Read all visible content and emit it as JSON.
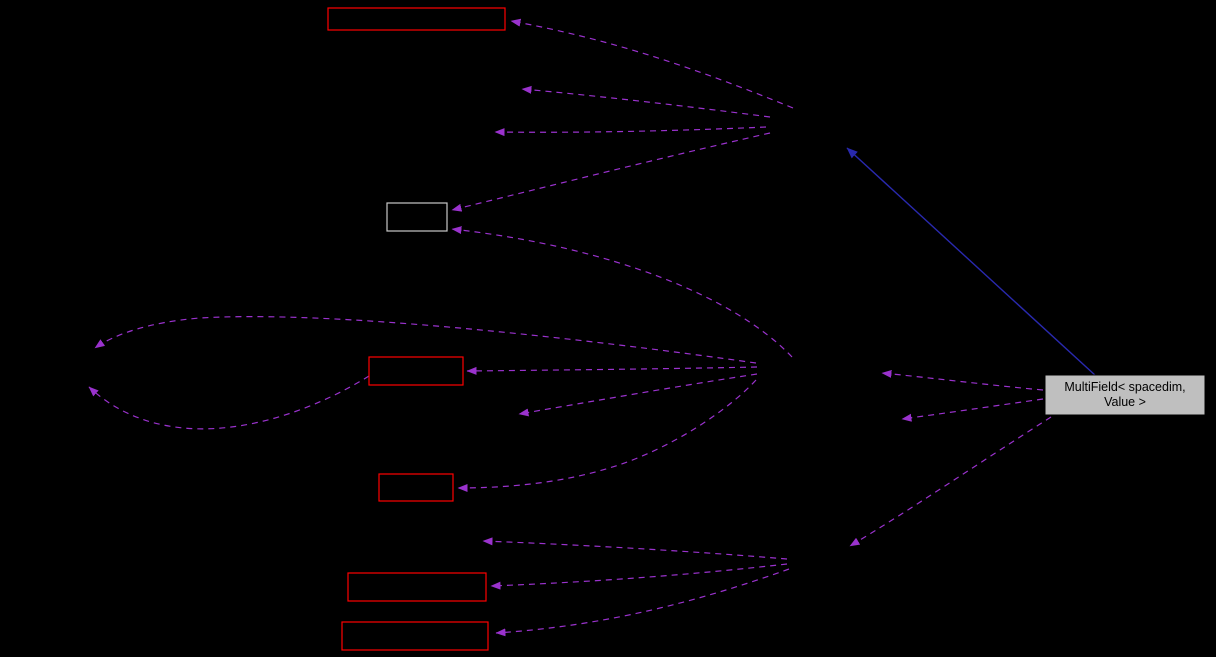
{
  "page": {
    "background_color": "#000000",
    "kind": "collaboration-graph"
  },
  "graph": {
    "main_node": {
      "label_line1": "MultiField&lt; spacedim,",
      "label_line2": "Value &gt;",
      "label_full": "MultiField< spacedim, Value >",
      "fill": "#bfbfbf",
      "text_color": "#000000"
    },
    "colors": {
      "dashed_edge": "#9a32cd",
      "solid_edge": "#2929ae",
      "truncated_node_border": "#ff0000",
      "plain_node_border": "#c8c8c8"
    },
    "counts": {
      "red_bordered_nodes": 5,
      "plain_bordered_nodes": 1,
      "dashed_edges": 16,
      "solid_edges": 1
    }
  }
}
